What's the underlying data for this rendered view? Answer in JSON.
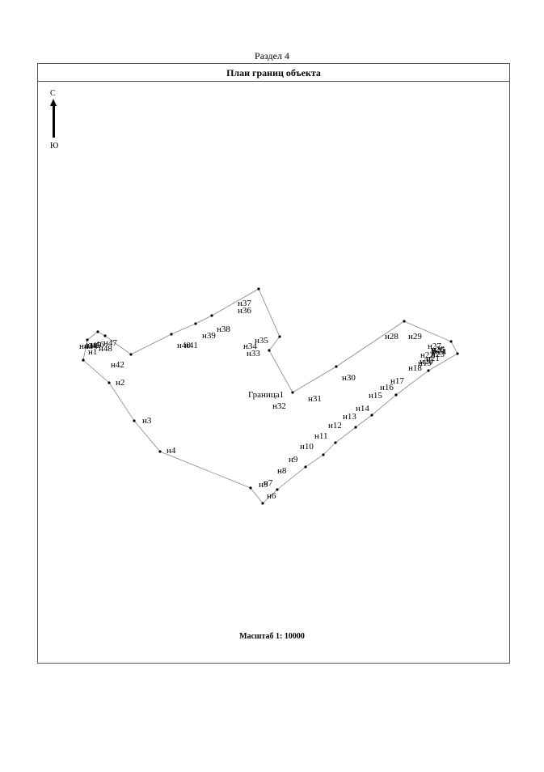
{
  "section_title": "Раздел 4",
  "header": {
    "title": "План границ объекта"
  },
  "compass": {
    "north": "С",
    "south": "Ю"
  },
  "scale": "Масштаб 1: 10000",
  "boundary": {
    "label": "Граница1"
  },
  "labels": [
    "н1",
    "н2",
    "н3",
    "н4",
    "н5",
    "н6",
    "н7",
    "н8",
    "н9",
    "н10",
    "н11",
    "н12",
    "н13",
    "н14",
    "н15",
    "н16",
    "н17",
    "н18",
    "н19",
    "н20",
    "н21",
    "н22",
    "н23",
    "н24",
    "н25",
    "н26",
    "н27",
    "н28",
    "н29",
    "н30",
    "н31",
    "н32",
    "н33",
    "н34",
    "н35",
    "н36",
    "н37",
    "н38",
    "н39",
    "н40",
    "н41",
    "н42",
    "н43",
    "н44",
    "н45",
    "н46",
    "н47",
    "н48"
  ],
  "style": {
    "line_color": "#888888",
    "point_color": "#000000"
  }
}
